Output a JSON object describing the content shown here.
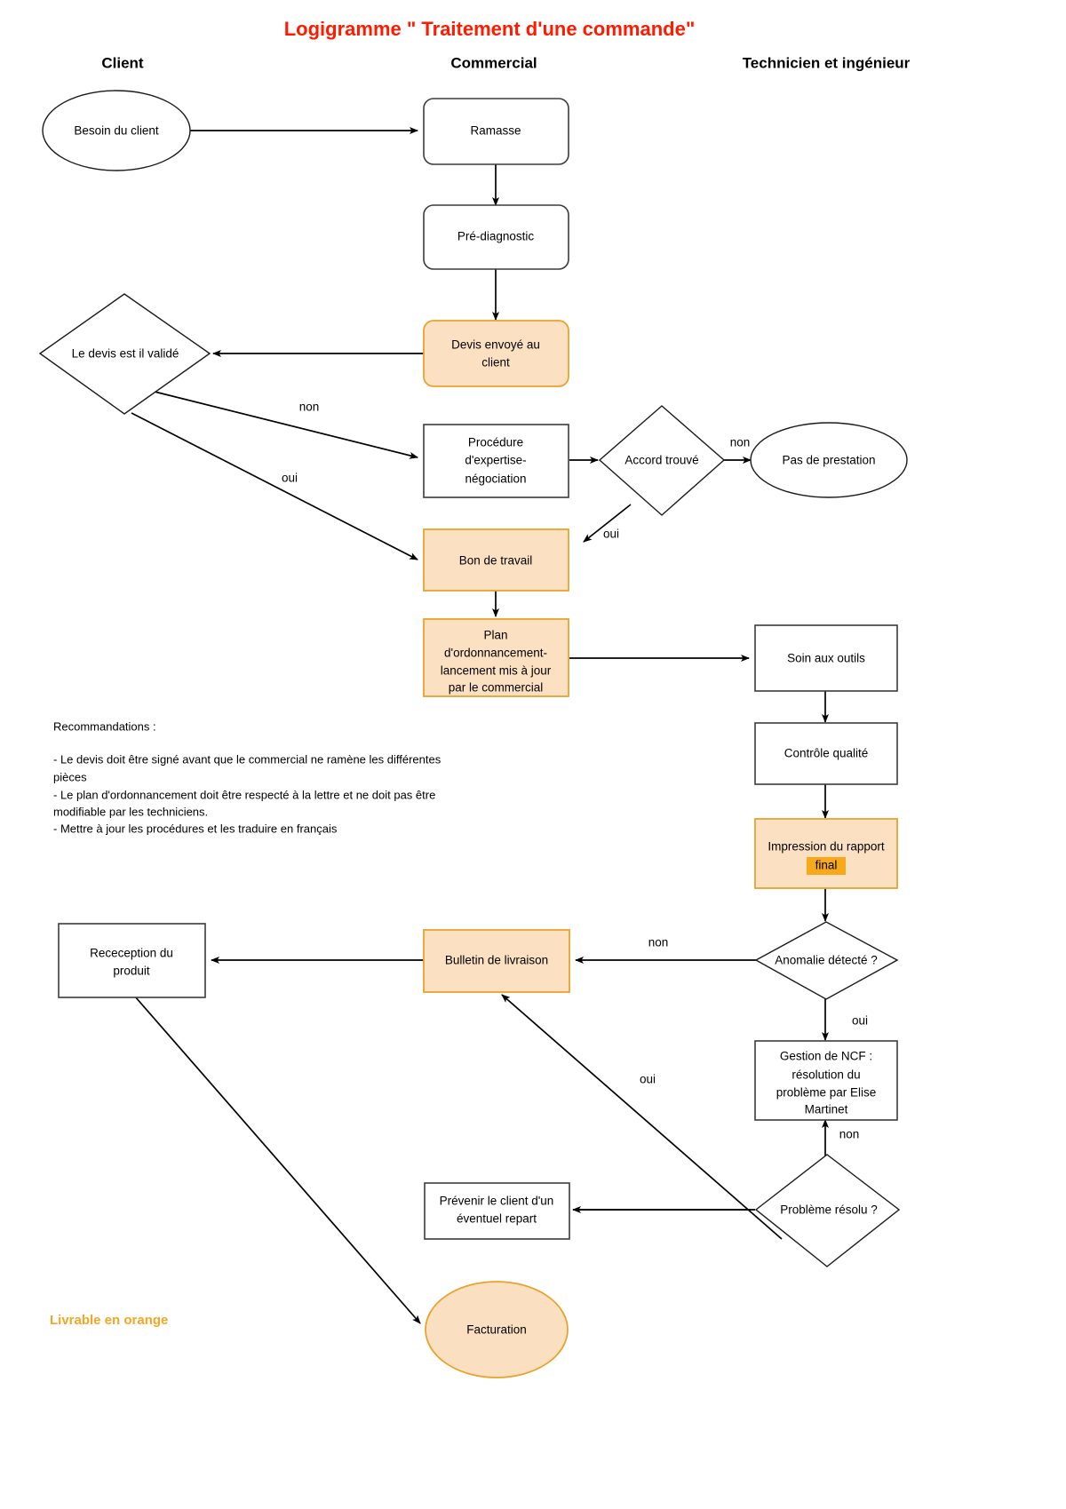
{
  "page": {
    "title": "Logigramme \" Traitement d'une commande\"",
    "background": "#ffffff",
    "title_color": "#ff1a00",
    "orange_fill": "#fce0c2",
    "orange_stroke": "#e8a32d",
    "highlight_color": "#f7a81b",
    "legend_color": "#f5a623"
  },
  "lanes": [
    {
      "label": "Client"
    },
    {
      "label": "Commercial"
    },
    {
      "label": "Technicien et ingénieur"
    }
  ],
  "legend": {
    "label": "Livrable en orange"
  },
  "notes": {
    "heading": "Recommandations :",
    "lines": [
      "- Le devis doit être signé avant que le commercial ne ramène les différentes",
      "pièces",
      "- Le plan d'ordonnancement doit être respecté à la lettre et ne doit pas être",
      "modifiable par les techniciens.",
      "- Mettre à jour les procédures et les traduire en français"
    ]
  },
  "nodes": [
    {
      "id": "besoin",
      "shape": "ellipse",
      "style": "plain",
      "lane": "Client",
      "lines": [
        "Besoin du client"
      ]
    },
    {
      "id": "ramasse",
      "shape": "roundrect",
      "style": "plain",
      "lane": "Commercial",
      "lines": [
        "Ramasse"
      ]
    },
    {
      "id": "prediag",
      "shape": "roundrect",
      "style": "plain",
      "lane": "Commercial",
      "lines": [
        "Pré-diagnostic"
      ]
    },
    {
      "id": "devis",
      "shape": "roundrect",
      "style": "orange",
      "lane": "Commercial",
      "lines": [
        "Devis envoyé au",
        "client"
      ]
    },
    {
      "id": "validation",
      "shape": "diamond",
      "style": "plain",
      "lane": "Client",
      "lines": [
        "Le devis est il validé"
      ]
    },
    {
      "id": "procedure",
      "shape": "rect",
      "style": "plain",
      "lane": "Commercial",
      "lines": [
        "Procédure",
        "d'expertise-",
        "négociation"
      ]
    },
    {
      "id": "accord",
      "shape": "diamond",
      "style": "plain",
      "lane": "Commercial",
      "lines": [
        "Accord trouvé"
      ]
    },
    {
      "id": "pasdepresta",
      "shape": "ellipse",
      "style": "plain",
      "lane": "Technicien et ingénieur",
      "lines": [
        "Pas de prestation"
      ]
    },
    {
      "id": "bontravail",
      "shape": "rect",
      "style": "orange",
      "lane": "Commercial",
      "lines": [
        "Bon de travail"
      ]
    },
    {
      "id": "plan",
      "shape": "rect",
      "style": "orange",
      "lane": "Commercial",
      "lines": [
        "Plan",
        "d'ordonnancement-",
        "lancement mis à jour",
        "par le commercial"
      ]
    },
    {
      "id": "soin",
      "shape": "rect",
      "style": "plain",
      "lane": "Technicien et ingénieur",
      "lines": [
        "Soin aux outils"
      ]
    },
    {
      "id": "controle",
      "shape": "rect",
      "style": "plain",
      "lane": "Technicien et ingénieur",
      "lines": [
        "Contrôle qualité"
      ]
    },
    {
      "id": "impression",
      "shape": "rect",
      "style": "orange",
      "lane": "Technicien et ingénieur",
      "lines": [
        "Impression du rapport",
        "final"
      ],
      "highlight_line": 1
    },
    {
      "id": "anomalie",
      "shape": "diamond",
      "style": "plain",
      "lane": "Technicien et ingénieur",
      "lines": [
        "Anomalie détecté ?"
      ]
    },
    {
      "id": "bulletin",
      "shape": "rect",
      "style": "orange",
      "lane": "Commercial",
      "lines": [
        "Bulletin de livraison"
      ]
    },
    {
      "id": "reception",
      "shape": "rect",
      "style": "plain",
      "lane": "Client",
      "lines": [
        "Receception du",
        "produit"
      ]
    },
    {
      "id": "ncf",
      "shape": "rect",
      "style": "plain",
      "lane": "Technicien et ingénieur",
      "lines": [
        "Gestion de NCF :",
        "résolution du",
        "problème par Elise",
        "Martinet"
      ]
    },
    {
      "id": "probleme",
      "shape": "diamond",
      "style": "plain",
      "lane": "Technicien et ingénieur",
      "lines": [
        "Problème résolu ?"
      ]
    },
    {
      "id": "prevenir",
      "shape": "rect",
      "style": "plain",
      "lane": "Commercial",
      "lines": [
        "Prévenir le client d'un",
        "éventuel repart"
      ]
    },
    {
      "id": "facturation",
      "shape": "ellipse",
      "style": "orange",
      "lane": "Commercial",
      "lines": [
        "Facturation"
      ]
    }
  ],
  "edges": [
    {
      "from": "besoin",
      "to": "ramasse",
      "label": ""
    },
    {
      "from": "ramasse",
      "to": "prediag",
      "label": ""
    },
    {
      "from": "prediag",
      "to": "devis",
      "label": ""
    },
    {
      "from": "devis",
      "to": "validation",
      "label": ""
    },
    {
      "from": "validation",
      "to": "procedure",
      "label": "non"
    },
    {
      "from": "validation",
      "to": "bontravail",
      "label": "oui"
    },
    {
      "from": "procedure",
      "to": "accord",
      "label": ""
    },
    {
      "from": "accord",
      "to": "pasdepresta",
      "label": "non"
    },
    {
      "from": "accord",
      "to": "bontravail",
      "label": "oui"
    },
    {
      "from": "bontravail",
      "to": "plan",
      "label": ""
    },
    {
      "from": "plan",
      "to": "soin",
      "label": ""
    },
    {
      "from": "soin",
      "to": "controle",
      "label": ""
    },
    {
      "from": "controle",
      "to": "impression",
      "label": ""
    },
    {
      "from": "impression",
      "to": "anomalie",
      "label": ""
    },
    {
      "from": "anomalie",
      "to": "bulletin",
      "label": "non"
    },
    {
      "from": "anomalie",
      "to": "ncf",
      "label": "oui"
    },
    {
      "from": "bulletin",
      "to": "reception",
      "label": ""
    },
    {
      "from": "probleme",
      "to": "ncf",
      "label": "non"
    },
    {
      "from": "probleme",
      "to": "bulletin",
      "label": "oui"
    },
    {
      "from": "probleme",
      "to": "prevenir",
      "label": ""
    },
    {
      "from": "prevenir",
      "to": "probleme",
      "label": ""
    },
    {
      "from": "reception",
      "to": "facturation",
      "label": ""
    }
  ]
}
